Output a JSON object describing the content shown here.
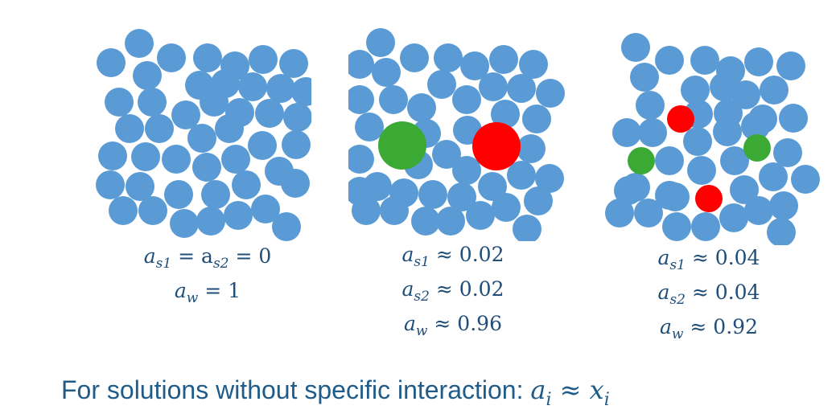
{
  "colors": {
    "solvent": "#5b9bd5",
    "solute1": "#ff0000",
    "solute2": "#3aaa35",
    "text": "#1f4e79"
  },
  "panels": [
    {
      "id": "pure-water",
      "equations": [
        {
          "lhs": "a",
          "lhs_sub": "s1",
          "middle": " = a",
          "middle_sub": "s2",
          "rhs": " = 0"
        },
        {
          "lhs": "a",
          "lhs_sub": "w",
          "rhs": " = 1"
        }
      ]
    },
    {
      "id": "large-solutes",
      "equations": [
        {
          "lhs": "a",
          "lhs_sub": "s1",
          "rhs": " ≈ 0.02"
        },
        {
          "lhs": "a",
          "lhs_sub": "s2",
          "rhs": " ≈ 0.02"
        },
        {
          "lhs": "a",
          "lhs_sub": "w",
          "rhs": " ≈ 0.96"
        }
      ]
    },
    {
      "id": "small-solutes",
      "equations": [
        {
          "lhs": "a",
          "lhs_sub": "s1",
          "rhs": " ≈ 0.04"
        },
        {
          "lhs": "a",
          "lhs_sub": "s2",
          "rhs": " ≈ 0.04"
        },
        {
          "lhs": "a",
          "lhs_sub": "w",
          "rhs": " ≈ 0.92"
        }
      ]
    }
  ],
  "caption": {
    "text": "For solutions without specific interaction: ",
    "a": "a",
    "a_sub": "i",
    "approx": " ≈ ",
    "x": "x",
    "x_sub": "i"
  }
}
